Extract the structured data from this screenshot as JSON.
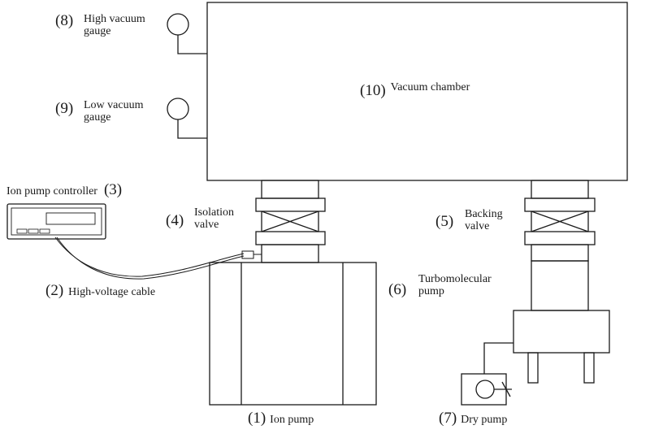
{
  "labels": {
    "ion_pump": {
      "num": "(1)",
      "text": "Ion pump"
    },
    "cable": {
      "num": "(2)",
      "text": "High-voltage cable"
    },
    "controller": {
      "num": "(3)",
      "text": "Ion pump controller"
    },
    "isolation_valve": {
      "num": "(4)",
      "line1": "Isolation",
      "line2": "valve"
    },
    "backing_valve": {
      "num": "(5)",
      "line1": "Backing",
      "line2": "valve"
    },
    "turbo_pump": {
      "num": "(6)",
      "line1": "Turbomolecular",
      "line2": "pump"
    },
    "dry_pump": {
      "num": "(7)",
      "text": "Dry pump"
    },
    "high_gauge": {
      "num": "(8)",
      "line1": "High vacuum",
      "line2": "gauge"
    },
    "low_gauge": {
      "num": "(9)",
      "line1": "Low vacuum",
      "line2": "gauge"
    },
    "chamber": {
      "num": "(10)",
      "text": "Vacuum chamber"
    }
  },
  "colors": {
    "stroke": "#1a1a1a",
    "background": "#ffffff"
  }
}
